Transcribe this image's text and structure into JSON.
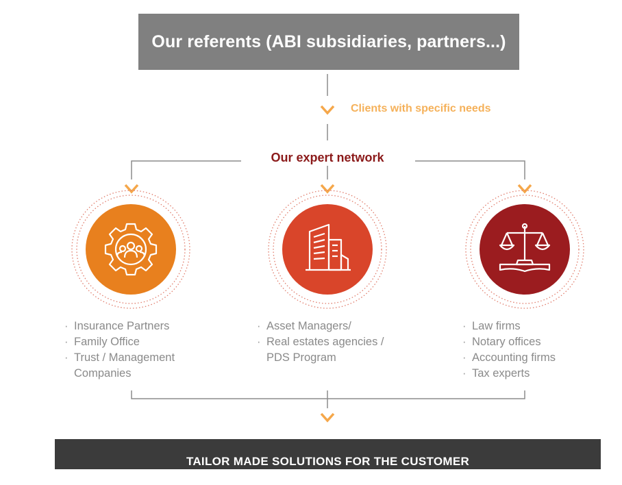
{
  "top_box": {
    "label": "Our referents (ABI subsidiaries, partners...)"
  },
  "clients_label": "Clients with specific needs",
  "network_label": "Our expert network",
  "columns": [
    {
      "icon": "gear-people-icon",
      "color": "#e8801e",
      "items": [
        "Insurance Partners",
        "Family Office",
        "Trust / Management Companies"
      ]
    },
    {
      "icon": "building-icon",
      "color": "#d9452a",
      "items": [
        "Asset Managers/",
        "Real estates agencies / PDS Program"
      ]
    },
    {
      "icon": "scales-of-justice-icon",
      "color": "#9b1c1f",
      "items": [
        "Law firms",
        "Notary offices",
        "Accounting firms",
        "Tax experts"
      ]
    }
  ],
  "bottom_bar": {
    "label": "TAILOR MADE SOLUTIONS FOR THE CUSTOMER"
  },
  "colors": {
    "connector": "#8c8c8c",
    "chevron": "#f5a74a",
    "dotted_ring": "#e07b6a"
  }
}
